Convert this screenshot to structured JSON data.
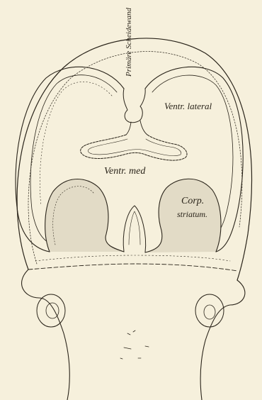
{
  "labels": {
    "primary_septum": "Primäre Scheidewand",
    "ventr_lateral": "Ventr. lateral",
    "ventr_med": "Ventr. med",
    "corp_striatum_1": "Corp.",
    "corp_striatum_2": "striatum."
  },
  "colors": {
    "background": "#f6f0dc",
    "ink": "#2a241a",
    "tissue_fill": "#e2dbc6"
  }
}
